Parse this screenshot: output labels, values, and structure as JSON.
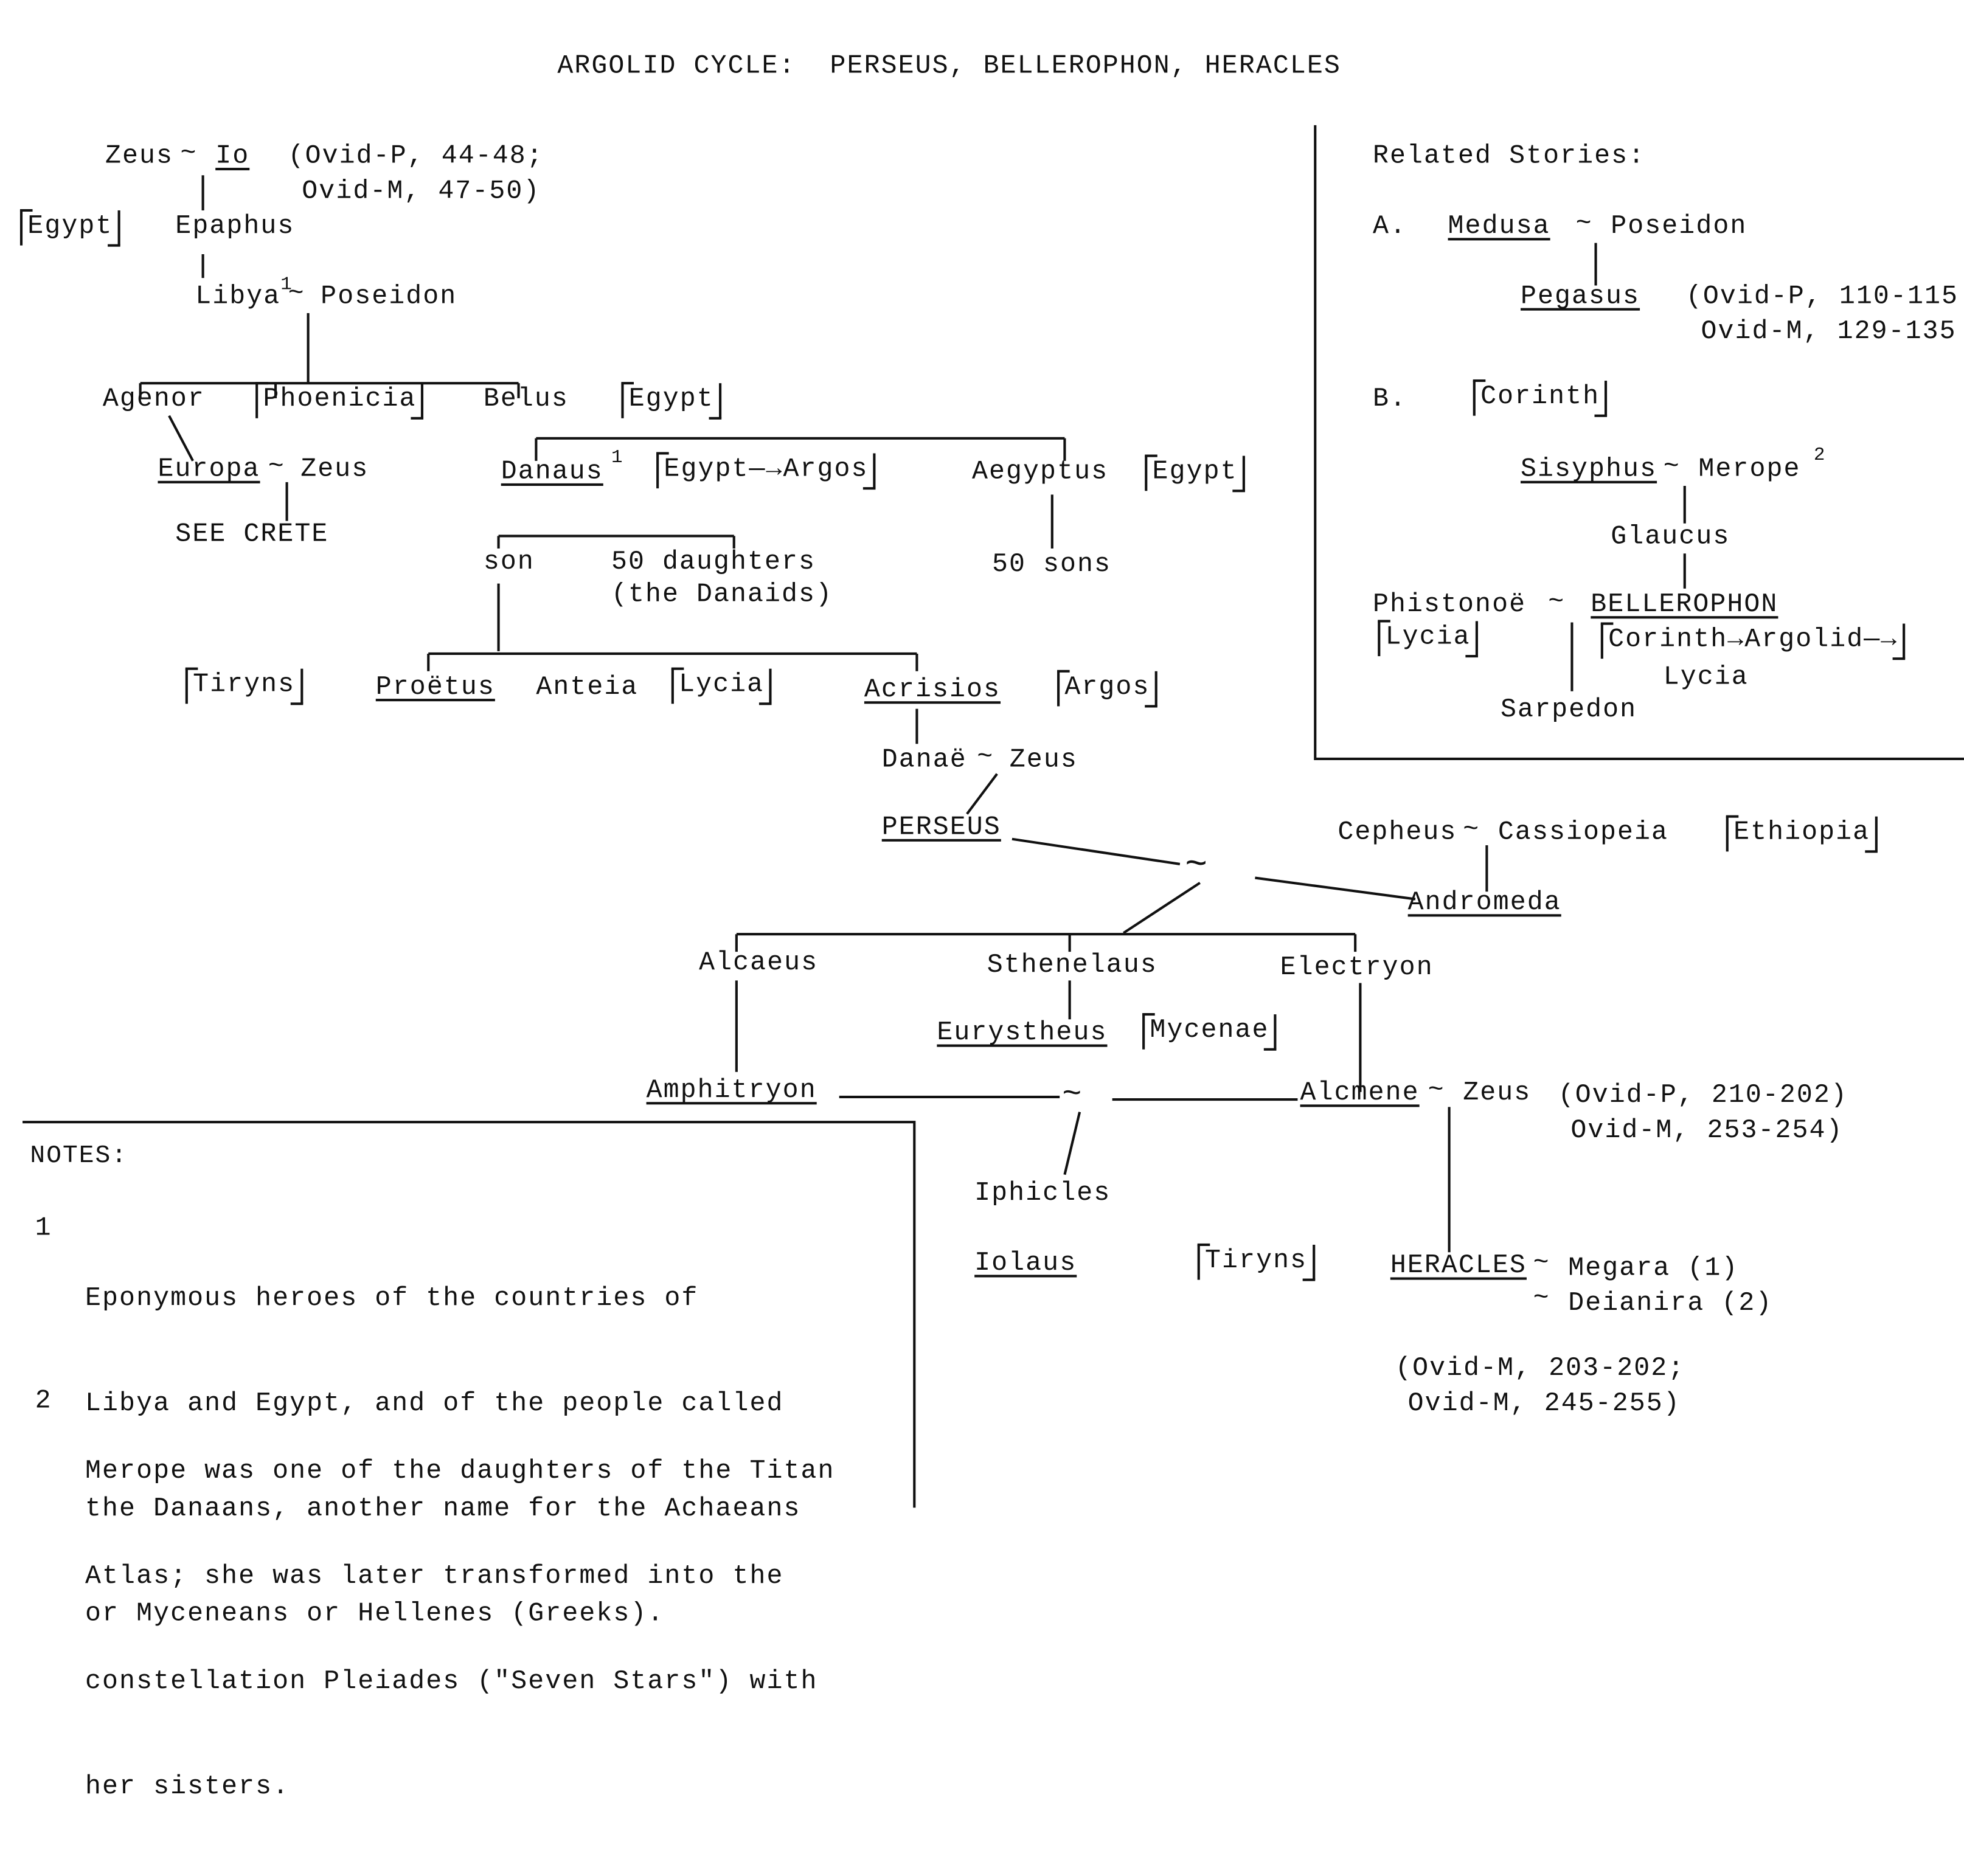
{
  "title": "ARGOLID CYCLE:  PERSEUS, BELLEROPHON, HERACLES",
  "nodes": {
    "zeus1": "Zeus",
    "io": "Io",
    "ovid_io_1": "(Ovid-P, 44-48;",
    "ovid_io_2": "Ovid-M, 47-50)",
    "egypt1": "Egypt",
    "epaphus": "Epaphus",
    "libya": "Libya",
    "libya_sup": "1",
    "poseidon1": "Poseidon",
    "agenor": "Agenor",
    "phoenicia": "Phoenicia",
    "belus": "Belus",
    "egypt2": "Egypt",
    "europa": "Europa",
    "zeus2": "Zeus",
    "see_crete": "SEE CRETE",
    "danaus": "Danaus",
    "danaus_sup": "1",
    "egypt_argos": "Egypt—→Argos",
    "aegyptus": "Aegyptus",
    "egypt3": "Egypt",
    "son": "son",
    "fifty_daughters": "50 daughters",
    "danaids": "(the Danaids)",
    "fifty_sons": "50 sons",
    "tiryns1": "Tiryns",
    "proetus": "Proëtus",
    "anteia": "Anteia",
    "lycia1": "Lycia",
    "acrisios": "Acrisios",
    "argos": "Argos",
    "danae": "Danaë",
    "zeus3": "Zeus",
    "perseus": "PERSEUS",
    "cepheus": "Cepheus",
    "cassiopeia": "Cassiopeia",
    "ethiopia": "Ethiopia",
    "andromeda": "Andromeda",
    "alcaeus": "Alcaeus",
    "sthenelaus": "Sthenelaus",
    "electryon": "Electryon",
    "eurystheus": "Eurystheus",
    "mycenae": "Mycenae",
    "amphitryon": "Amphitryon",
    "alcmene": "Alcmene",
    "zeus4": "Zeus",
    "ovid_alc_1": "(Ovid-P, 210-202)",
    "ovid_alc_2": "Ovid-M, 253-254)",
    "iphicles": "Iphicles",
    "iolaus": "Iolaus",
    "tiryns2": "Tiryns",
    "heracles": "HERACLES",
    "megara": "Megara (1)",
    "deianira": "Deianira (2)",
    "ovid_her_1": "(Ovid-M, 203-202;",
    "ovid_her_2": "Ovid-M, 245-255)"
  },
  "related": {
    "heading": "Related Stories:",
    "a_label": "A.",
    "medusa": "Medusa",
    "poseidon": "Poseidon",
    "pegasus": "Pegasus",
    "ovid_peg_1": "(Ovid-P, 110-115",
    "ovid_peg_2": "Ovid-M, 129-135",
    "b_label": "B.",
    "corinth": "Corinth",
    "sisyphus": "Sisyphus",
    "merope": "Merope",
    "merope_sup": "2",
    "glaucus": "Glaucus",
    "phistonoe": "Phistonoë",
    "bellerophon": "BELLEROPHON",
    "lycia": "Lycia",
    "corinth_argolid": "Corinth→Argolid—→",
    "lycia_b": "Lycia",
    "sarpedon": "Sarpedon"
  },
  "notes": {
    "heading": "NOTES:",
    "n1_marker": "1",
    "n1": [
      "Eponymous heroes of the countries of",
      "Libya and Egypt, and of the people called",
      "the Danaans, another name for the Achaeans",
      "or Myceneans or Hellenes (Greeks)."
    ],
    "n2_marker": "2",
    "n2": [
      "Merope was one of the daughters of the Titan",
      "Atlas; she was later transformed into the",
      "constellation Pleiades (\"Seven Stars\") with",
      "her sisters."
    ]
  },
  "symbols": {
    "union": "~"
  }
}
